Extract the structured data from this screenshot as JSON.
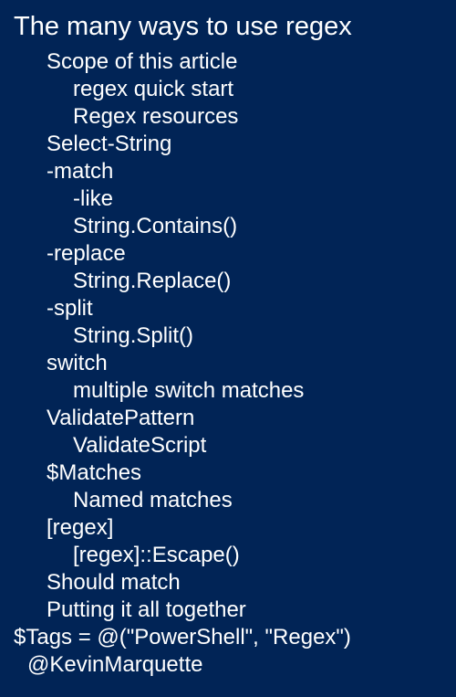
{
  "title": "The many ways to use regex",
  "toc": [
    {
      "level": 1,
      "label": "Scope of this article"
    },
    {
      "level": 2,
      "label": "regex quick start"
    },
    {
      "level": 2,
      "label": "Regex resources"
    },
    {
      "level": 1,
      "label": "Select-String"
    },
    {
      "level": 1,
      "label": "-match"
    },
    {
      "level": 2,
      "label": "-like"
    },
    {
      "level": 2,
      "label": "String.Contains()"
    },
    {
      "level": 1,
      "label": "-replace"
    },
    {
      "level": 2,
      "label": "String.Replace()"
    },
    {
      "level": 1,
      "label": "-split"
    },
    {
      "level": 2,
      "label": "String.Split()"
    },
    {
      "level": 1,
      "label": "switch"
    },
    {
      "level": 2,
      "label": "multiple switch matches"
    },
    {
      "level": 1,
      "label": "ValidatePattern"
    },
    {
      "level": 2,
      "label": "ValidateScript"
    },
    {
      "level": 1,
      "label": "$Matches"
    },
    {
      "level": 2,
      "label": "Named matches"
    },
    {
      "level": 1,
      "label": "[regex]"
    },
    {
      "level": 2,
      "label": "[regex]::Escape()"
    },
    {
      "level": 1,
      "label": "Should match"
    },
    {
      "level": 1,
      "label": "Putting it all together"
    }
  ],
  "tags": "$Tags = @(\"PowerShell\", \"Regex\")",
  "author": "@KevinMarquette",
  "colors": {
    "background": "#012456",
    "text": "#ffffff"
  }
}
